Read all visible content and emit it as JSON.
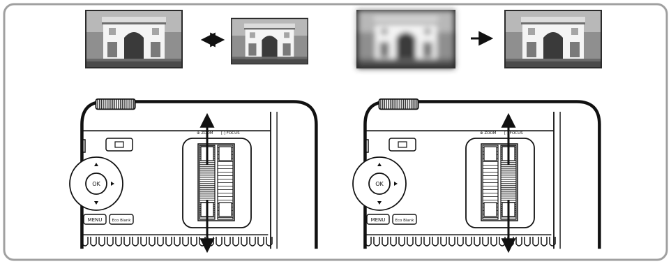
{
  "zoom_panel": {
    "zoom_label": "ZOOM",
    "focus_label": "FOCUS",
    "ok_label": "OK",
    "menu_label": "MENU",
    "eco_label": "Eco Blank"
  },
  "focus_panel": {
    "zoom_label": "ZOOM",
    "focus_label": "FOCUS",
    "ok_label": "OK",
    "menu_label": "MENU",
    "eco_label": "Eco Blank"
  },
  "icons": {
    "double_arrow": "double-arrow-icon",
    "single_arrow": "right-arrow-icon",
    "zoom": "magnifier-icon",
    "focus": "focus-icon"
  },
  "colors": {
    "frame": "#9a9a9a",
    "line": "#1a1a1a",
    "ring_hatch": "#6a6a6a"
  }
}
